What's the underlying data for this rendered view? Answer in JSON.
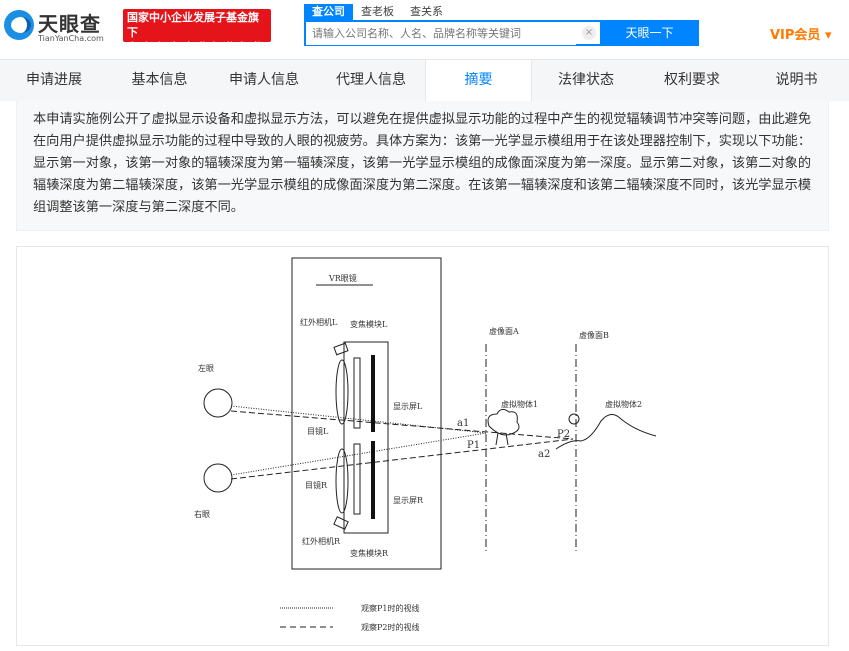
{
  "header": {
    "logo": {
      "name": "天眼查",
      "sub": "TianYanCha.com"
    },
    "banner": {
      "line1": "国家中小企业发展子基金旗下",
      "line2": "官方备案企业征信机构"
    },
    "search_tabs": [
      "查公司",
      "查老板",
      "查关系"
    ],
    "search_placeholder": "请输入公司名称、人名、品牌名称等关键词",
    "clear_icon": "×",
    "search_button": "天眼一下",
    "vip": "VIP会员 ▾"
  },
  "nav": {
    "items": [
      "申请进展",
      "基本信息",
      "申请人信息",
      "代理人信息",
      "摘要",
      "法律状态",
      "权利要求",
      "说明书"
    ],
    "active": "摘要"
  },
  "abstract": {
    "text": "本申请实施例公开了虚拟显示设备和虚拟显示方法，可以避免在提供虚拟显示功能的过程中产生的视觉辐辏调节冲突等问题，由此避免在向用户提供虚拟显示功能的过程中导致的人眼的视疲劳。具体方案为：该第一光学显示模组用于在该处理器控制下，实现以下功能：显示第一对象，该第一对象的辐辏深度为第一辐辏深度，该第一光学显示模组的成像面深度为第一深度。显示第二对象，该第二对象的辐辏深度为第二辐辏深度，该第一光学显示模组的成像面深度为第二深度。在该第一辐辏深度和该第二辐辏深度不同时，该光学显示模组调整该第一深度与第二深度不同。"
  },
  "figure": {
    "vr_glasses": "VR眼镜",
    "ir_camera_l": "红外相机L",
    "zoom_module_l": "变焦模块L",
    "display_l": "显示屏L",
    "eyepiece_l": "目镜L",
    "ir_camera_r": "红外相机R",
    "zoom_module_r": "变焦模块R",
    "display_r": "显示屏R",
    "eyepiece_r": "目镜R",
    "left_eye": "左眼",
    "right_eye": "右眼",
    "plane_a": "虚像面A",
    "plane_b": "虚像面B",
    "object1": "虚拟物体1",
    "object2": "虚拟物体2",
    "p1": "P1",
    "p2": "P2",
    "a1": "a1",
    "a2": "a2",
    "legend_p1": "观察P1时的视线",
    "legend_p2": "观察P2时的视线"
  }
}
